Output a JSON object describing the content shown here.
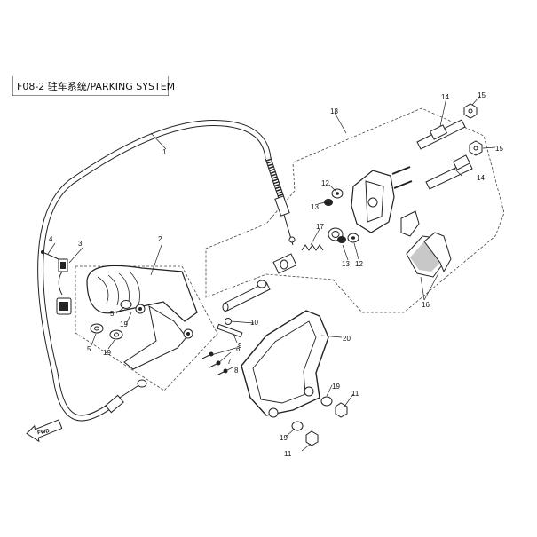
{
  "title": "F08-2 驻车系统/PARKING SYSTEM",
  "fwd_label": "FWD",
  "callouts": {
    "c1": "1",
    "c2": "2",
    "c3": "3",
    "c4": "4",
    "c5a": "5",
    "c5b": "5",
    "c6": "6",
    "c7": "7",
    "c8": "8",
    "c9": "9",
    "c10": "10",
    "c11a": "11",
    "c11b": "11",
    "c12a": "12",
    "c12b": "12",
    "c13a": "13",
    "c13b": "13",
    "c14a": "14",
    "c14b": "14",
    "c15a": "15",
    "c15b": "15",
    "c16": "16",
    "c17": "17",
    "c18": "18",
    "c19a": "19",
    "c19b": "19",
    "c19c": "19",
    "c19d": "19",
    "c20": "20"
  }
}
